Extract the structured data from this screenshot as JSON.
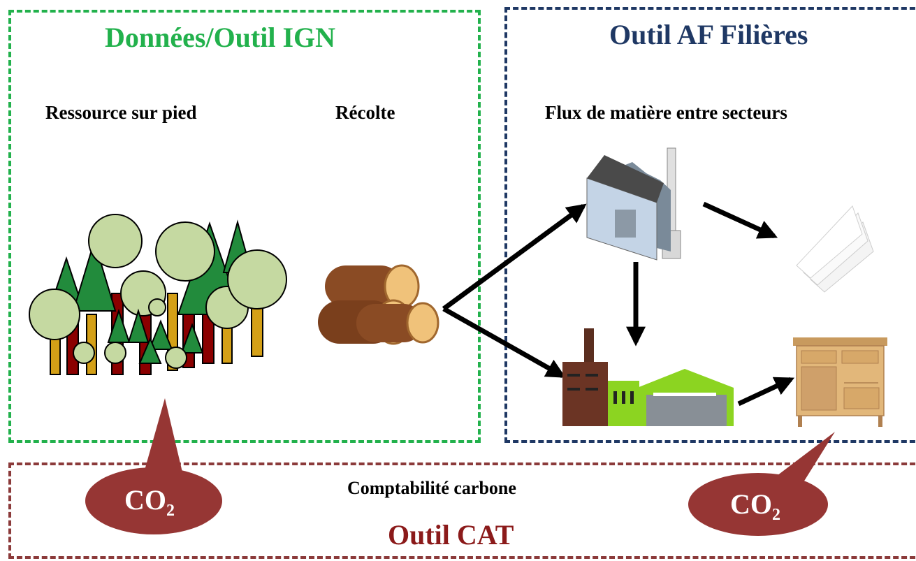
{
  "ign": {
    "title": "Données/Outil IGN",
    "ressource_label": "Ressource sur pied",
    "recolte_label": "Récolte"
  },
  "af": {
    "title": "Outil AF Filières",
    "flux_label": "Flux de matière entre secteurs"
  },
  "cat": {
    "subtitle": "Comptabilité carbone",
    "title": "Outil CAT"
  },
  "co2": {
    "base": "CO",
    "subscript": "2"
  },
  "colors": {
    "ign": "#22b14c",
    "af": "#1f3864",
    "cat": "#8b3a3a",
    "bubble": "#963634"
  },
  "icons": [
    "forest-icon",
    "logs-icon",
    "factory-icon",
    "paper-stack-icon",
    "industrial-buildings-icon",
    "furniture-cabinet-icon"
  ]
}
